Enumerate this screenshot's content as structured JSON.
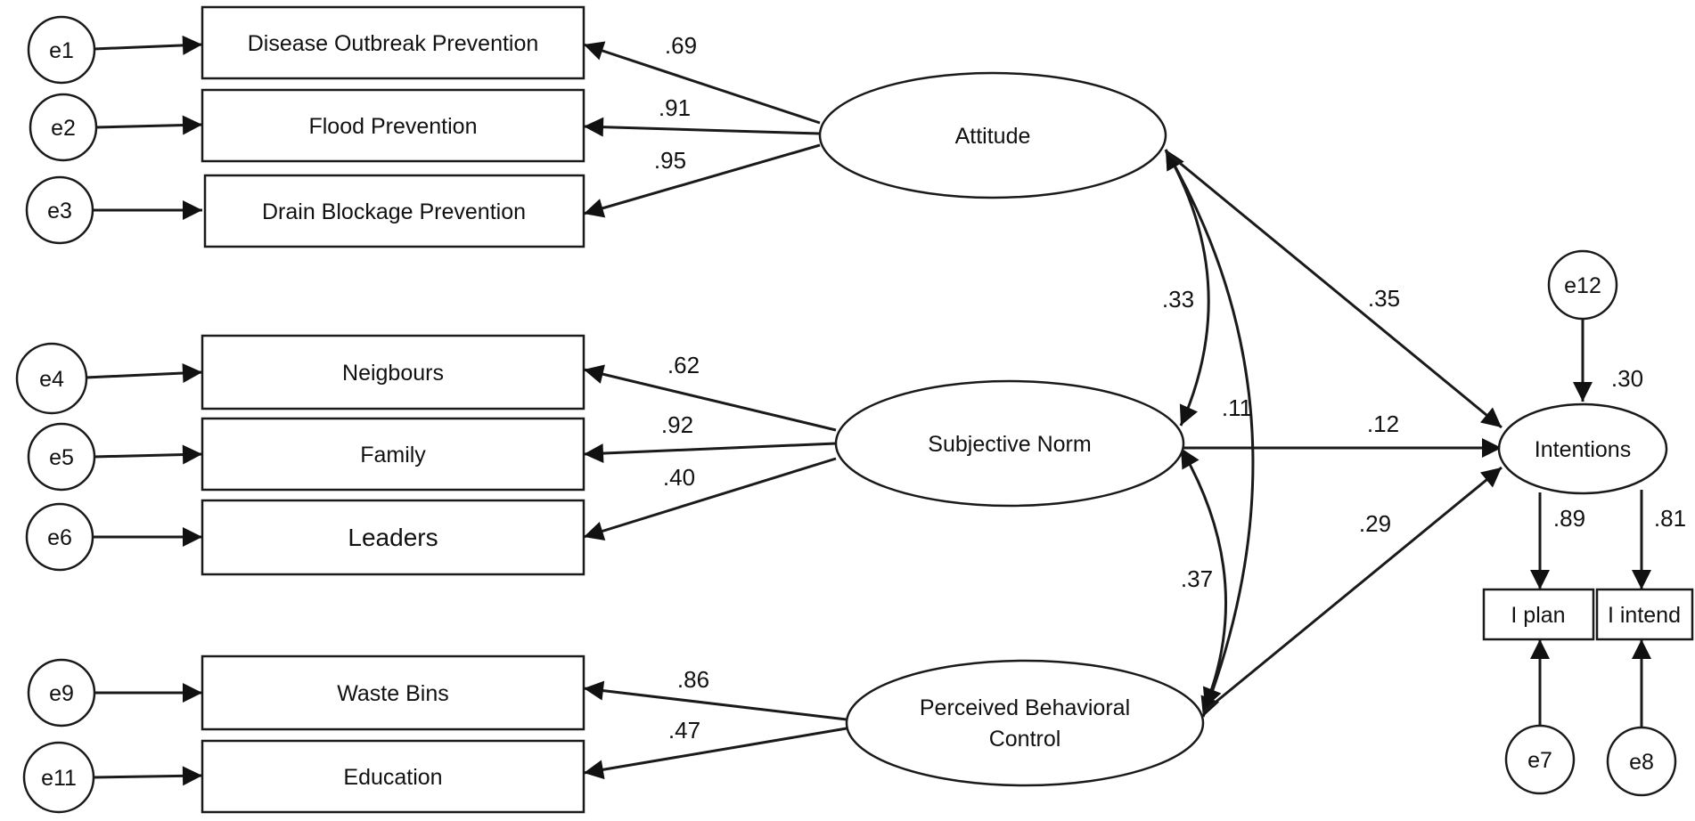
{
  "errors": {
    "e1": "e1",
    "e2": "e2",
    "e3": "e3",
    "e4": "e4",
    "e5": "e5",
    "e6": "e6",
    "e9": "e9",
    "e11": "e11",
    "e12": "e12",
    "e7": "e7",
    "e8": "e8"
  },
  "indicators": {
    "disease": "Disease Outbreak Prevention",
    "flood": "Flood Prevention",
    "drain": "Drain Blockage Prevention",
    "neighbours": "Neigbours",
    "family": "Family",
    "leaders": "Leaders",
    "waste": "Waste Bins",
    "education": "Education",
    "iplan": "I plan",
    "iintend": "I intend"
  },
  "latents": {
    "attitude": "Attitude",
    "subjective_norm": "Subjective Norm",
    "pbc_line1": "Perceived Behavioral",
    "pbc_line2": "Control",
    "intentions": "Intentions"
  },
  "coefficients": {
    "att_disease": ".69",
    "att_flood": ".91",
    "att_drain": ".95",
    "sn_neighbours": ".62",
    "sn_family": ".92",
    "sn_leaders": ".40",
    "pbc_waste": ".86",
    "pbc_education": ".47",
    "att_sn": ".33",
    "att_pbc": ".11",
    "sn_pbc": ".37",
    "att_int": ".35",
    "sn_int": ".12",
    "pbc_int": ".29",
    "int_r2": ".30",
    "int_iplan": ".89",
    "int_iintend": ".81"
  }
}
